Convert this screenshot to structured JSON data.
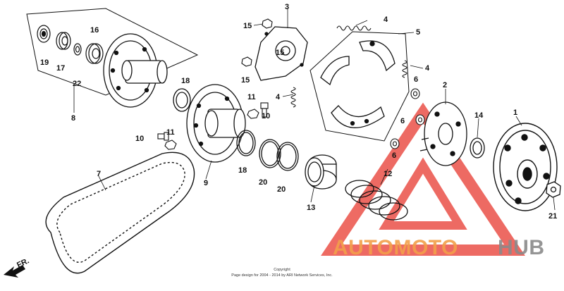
{
  "diagram": {
    "part_labels": [
      {
        "id": "l1",
        "text": "1"
      },
      {
        "id": "l2",
        "text": "2"
      },
      {
        "id": "l3",
        "text": "3"
      },
      {
        "id": "l4a",
        "text": "4"
      },
      {
        "id": "l4b",
        "text": "4"
      },
      {
        "id": "l4c",
        "text": "4"
      },
      {
        "id": "l5",
        "text": "5"
      },
      {
        "id": "l6a",
        "text": "6"
      },
      {
        "id": "l6b",
        "text": "6"
      },
      {
        "id": "l6c",
        "text": "6"
      },
      {
        "id": "l7",
        "text": "7"
      },
      {
        "id": "l8",
        "text": "8"
      },
      {
        "id": "l9",
        "text": "9"
      },
      {
        "id": "l10a",
        "text": "10"
      },
      {
        "id": "l10b",
        "text": "10"
      },
      {
        "id": "l11a",
        "text": "11"
      },
      {
        "id": "l11b",
        "text": "11"
      },
      {
        "id": "l12",
        "text": "12"
      },
      {
        "id": "l13",
        "text": "13"
      },
      {
        "id": "l14",
        "text": "14"
      },
      {
        "id": "l15a",
        "text": "15"
      },
      {
        "id": "l15b",
        "text": "15"
      },
      {
        "id": "l15c",
        "text": "15"
      },
      {
        "id": "l16",
        "text": "16"
      },
      {
        "id": "l17",
        "text": "17"
      },
      {
        "id": "l18a",
        "text": "18"
      },
      {
        "id": "l18b",
        "text": "18"
      },
      {
        "id": "l19",
        "text": "19"
      },
      {
        "id": "l20a",
        "text": "20"
      },
      {
        "id": "l20b",
        "text": "20"
      },
      {
        "id": "l21",
        "text": "21"
      },
      {
        "id": "l22",
        "text": "22"
      }
    ],
    "direction_label": "FR.",
    "copyright_line1": "Copyright",
    "copyright_line2": "Page design for 2004 - 2014 by ARI Network Services, Inc."
  },
  "watermark": {
    "part1": "AUTOMOTO",
    "part2": "HUB",
    "color_red": "#e8392f",
    "color_orange": "#f2a04a",
    "color_gray": "#8a8a8a"
  }
}
